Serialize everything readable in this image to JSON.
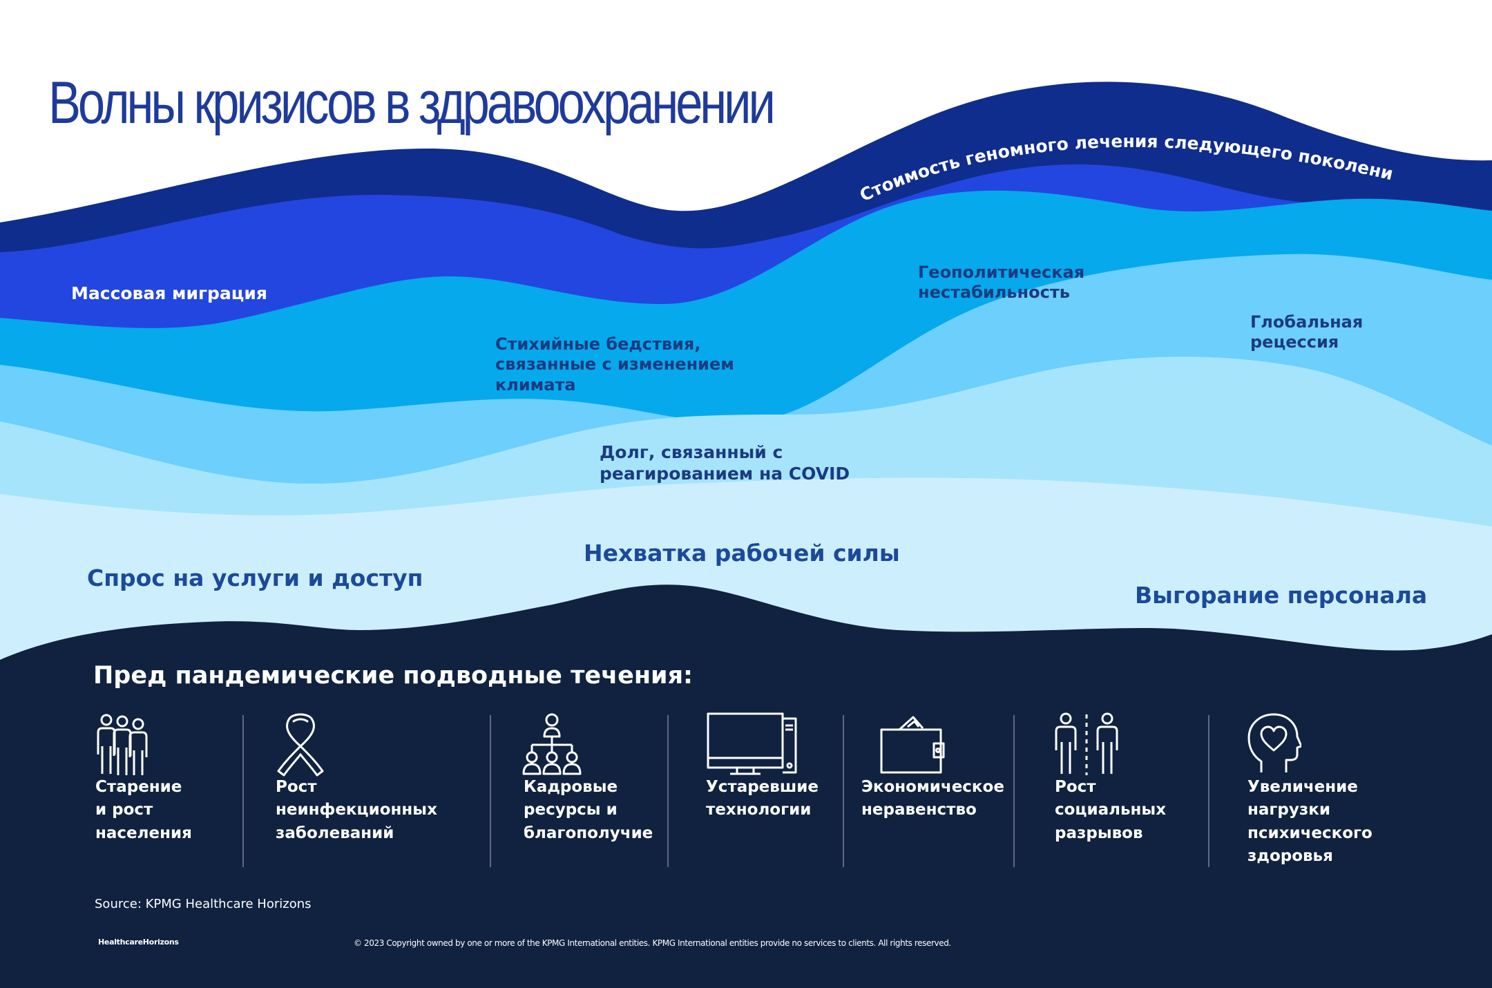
{
  "title": "Волны кризисов в здравоохранении",
  "colors": {
    "background": "#ffffff",
    "undercurrents_band": "#10223f",
    "wave_1": "#0f2d8c",
    "wave_2": "#2346e0",
    "wave_3": "#06a9ec",
    "wave_4": "#6ccffc",
    "wave_5": "#a6e4fc",
    "wave_6": "#cdeffd",
    "title_text": "#1e3a9a"
  },
  "waves": [
    {
      "label": "Стоимость геномного лечения следующего поколения",
      "color": "#0f2d8c"
    },
    {
      "label": "Массовая  миграция",
      "color": "#2346e0"
    },
    {
      "label": "Стихийные бедствия,\nсвязанные с изменением\nклимата",
      "color": "#06a9ec"
    },
    {
      "label": "Геополитическая\nнестабильность",
      "color": "#06a9ec"
    },
    {
      "label": "Глобальная\nрецессия",
      "color": "#6ccffc"
    },
    {
      "label": "Долг, связанный с\nреагированием на COVID",
      "color": "#a6e4fc"
    },
    {
      "label": "Спрос на услуги и доступ",
      "color": "#cdeffd"
    },
    {
      "label": "Нехватка рабочей силы",
      "color": "#cdeffd"
    },
    {
      "label": "Выгорание персонала",
      "color": "#cdeffd"
    }
  ],
  "undercurrents": {
    "heading": "Пред пандемические подводные течения:",
    "items": [
      {
        "icon": "people-group-icon",
        "label": "Старение\nи рост\nнаселения"
      },
      {
        "icon": "awareness-ribbon-icon",
        "label": "Рост\nнеинфекционных\nзаболеваний"
      },
      {
        "icon": "org-chart-icon",
        "label": "Кадровые\nресурсы и\nблагополучие"
      },
      {
        "icon": "desktop-computer-icon",
        "label": "Устаревшие\nтехнологии"
      },
      {
        "icon": "wallet-icon",
        "label": "Экономическое\nнеравенство"
      },
      {
        "icon": "two-people-divided-icon",
        "label": "Рост\nсоциальных\nразрывов"
      },
      {
        "icon": "head-heart-icon",
        "label": "Увеличение\nнагрузки\nпсихического\nздоровья"
      }
    ]
  },
  "source": "Source: KPMG Healthcare Horizons",
  "brand": "HealthcareHorizons",
  "copyright": "© 2023 Copyright owned by one or more of the KPMG International entities. KPMG International entities provide no services to clients. All rights reserved."
}
